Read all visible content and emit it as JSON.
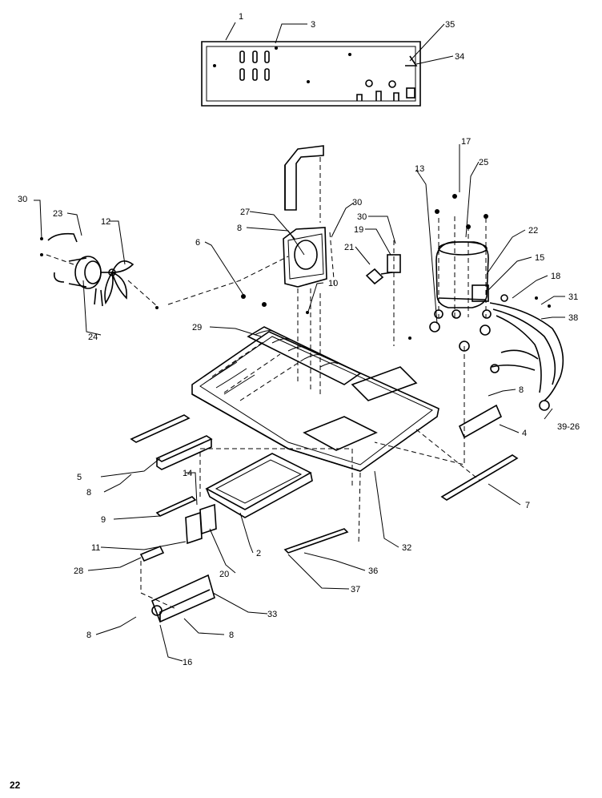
{
  "diagram": {
    "page_number": "22",
    "part_labels": {
      "p1": "1",
      "p3": "3",
      "p35": "35",
      "p34": "34",
      "p17": "17",
      "p25": "25",
      "p13": "13",
      "p30a": "30",
      "p23": "23",
      "p12": "12",
      "p27": "27",
      "p8a": "8",
      "p30b": "30",
      "p30c": "30",
      "p19": "19",
      "p21": "21",
      "p6": "6",
      "p10": "10",
      "p22": "22",
      "p15": "15",
      "p18": "18",
      "p31": "31",
      "p38": "38",
      "p24": "24",
      "p29": "29",
      "p8b": "8",
      "p4": "4",
      "p3926": "39-26",
      "p5": "5",
      "p8c": "8",
      "p14": "14",
      "p9": "9",
      "p7": "7",
      "p2": "2",
      "p32": "32",
      "p11": "11",
      "p20": "20",
      "p28": "28",
      "p36": "36",
      "p37": "37",
      "p33": "33",
      "p8d": "8",
      "p8e": "8",
      "p16": "16"
    }
  }
}
